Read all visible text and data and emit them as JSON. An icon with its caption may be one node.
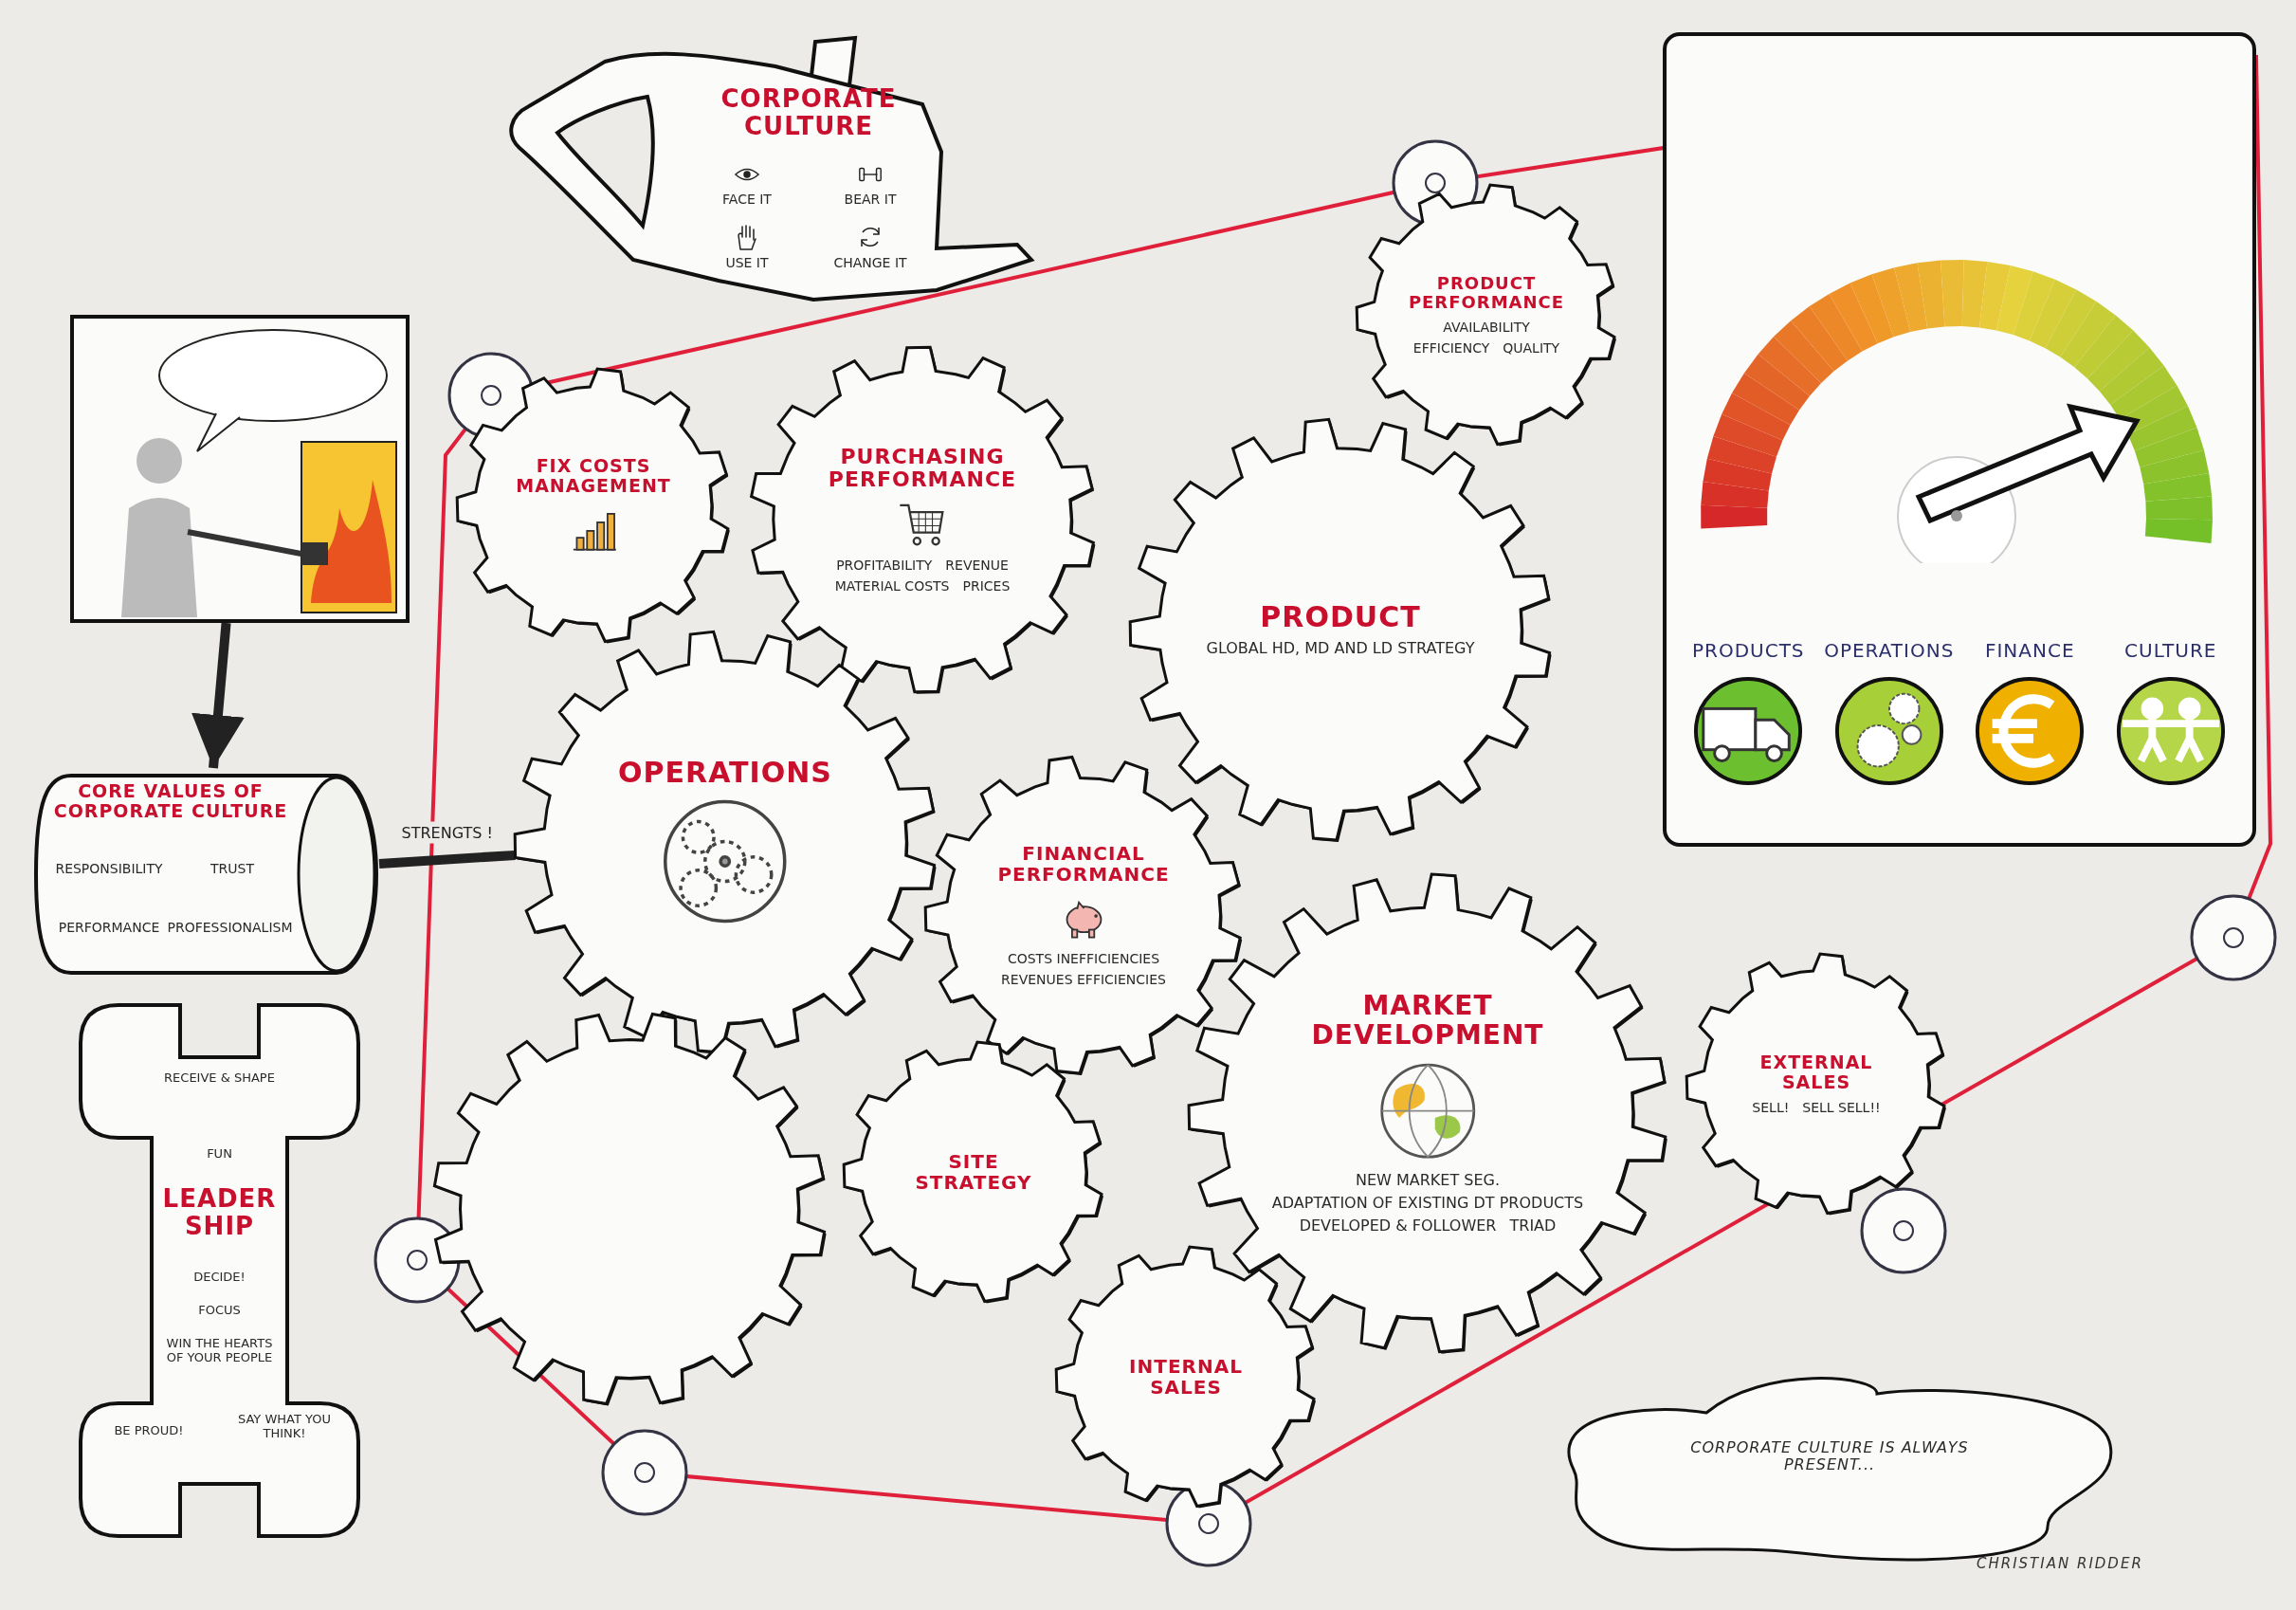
{
  "diagram": {
    "nodes": [
      {
        "text": [
          "CORPORATE CULTURE",
          "FACE IT",
          "BEAR IT",
          "USE IT",
          "CHANGE IT"
        ]
      },
      {
        "text": [],
        "shape": "picture"
      },
      {
        "text": [
          "CORE VALUES OF CORPORATE CULTURE",
          "RESPONSIBILITY",
          "TRUST",
          "PERFORMANCE",
          "PROFESSIONALISM"
        ]
      },
      {
        "text": [
          "RECEIVE & SHAPE",
          "FUN",
          "LEADER SHIP",
          "DECIDE!",
          "FOCUS",
          "WIN THE HEARTS OF YOUR PEOPLE",
          "BE PROUD!",
          "SAY WHAT YOU THINK!"
        ]
      },
      {
        "text": [
          "FIX COSTS MANAGEMENT"
        ]
      },
      {
        "text": [
          "PURCHASING PERFORMANCE",
          "PROFITABILITY",
          "REVENUE",
          "MATERIAL COSTS",
          "PRICES"
        ]
      },
      {
        "text": [
          "PRODUCT PERFORMANCE",
          "AVAILABILITY",
          "EFFICIENCY",
          "QUALITY"
        ]
      },
      {
        "text": [
          "PRODUCT",
          "GLOBAL HD, MD AND LD STRATEGY"
        ]
      },
      {
        "text": [
          "OPERATIONS"
        ]
      },
      {
        "text": [
          "FINANCIAL PERFORMANCE",
          "COSTS INEFFICIENCIES",
          "REVENUES EFFICIENCIES"
        ]
      },
      {
        "text": [
          "MARKET DEVELOPMENT",
          "NEW MARKET SEG.",
          "ADAPTATION OF EXISTING DT PRODUCTS",
          "DEVELOPED & FOLLOWER",
          "TRIAD"
        ]
      },
      {
        "text": [],
        "shape": "gear"
      },
      {
        "text": [
          "SITE STRATEGY"
        ]
      },
      {
        "text": [
          "INTERNAL SALES"
        ]
      },
      {
        "text": [
          "EXTERNAL SALES",
          "SELL!",
          "SELL SELL!!"
        ]
      },
      {
        "text": [
          "PRODUCTS",
          "OPERATIONS",
          "FINANCE",
          "CULTURE"
        ]
      },
      {
        "text": [
          "CORPORATE CULTURE IS ALWAYS PRESENT..."
        ]
      }
    ],
    "edges": [
      {
        "from": 1,
        "to": 2,
        "arrow": "to"
      },
      {
        "from": 2,
        "to": 8,
        "arrow": "none",
        "label": "STRENGTS !"
      }
    ],
    "labels": [
      "CHRISTIAN RIDDER"
    ]
  }
}
